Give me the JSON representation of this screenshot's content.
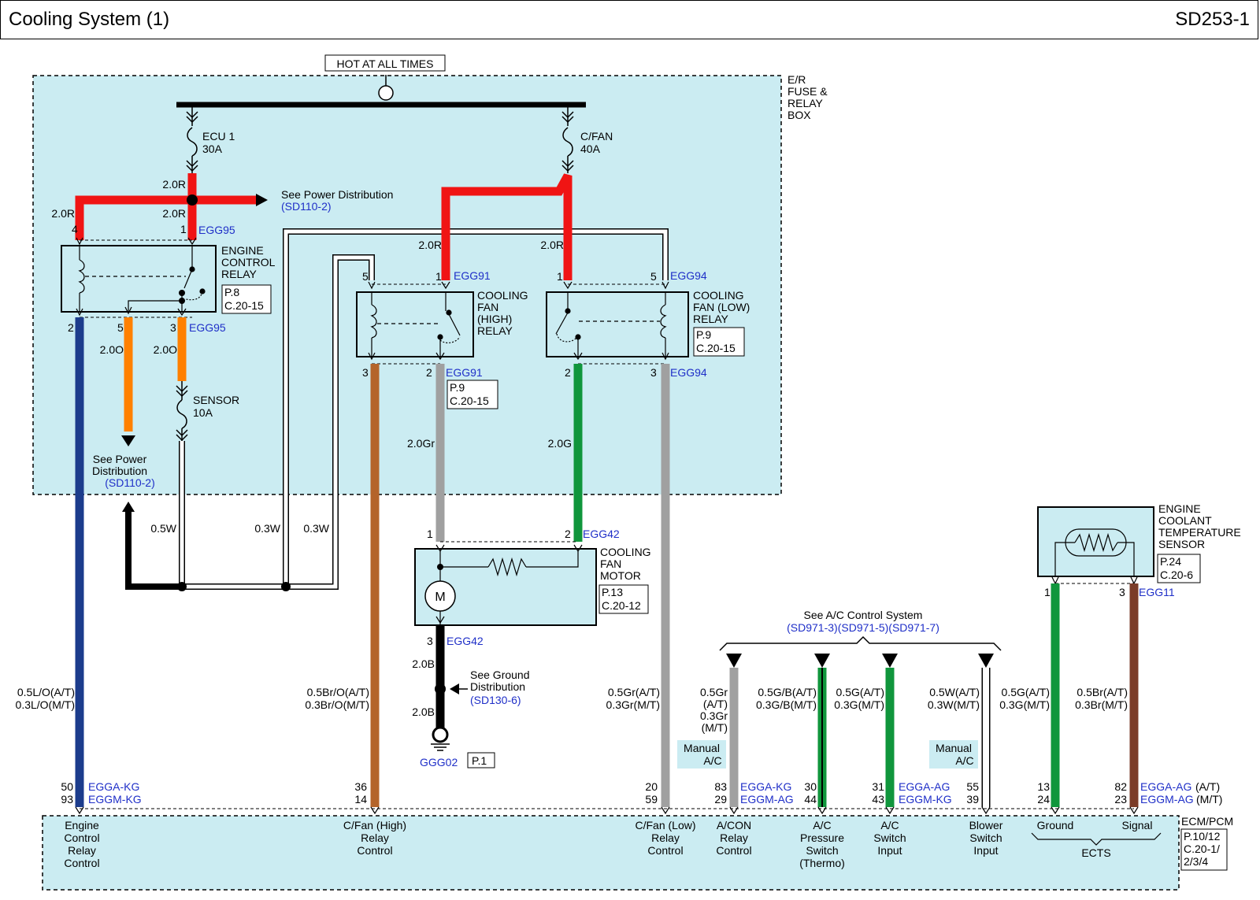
{
  "header": {
    "title": "Cooling System (1)",
    "code": "SD253-1"
  },
  "supply": {
    "label": "HOT AT ALL TIMES"
  },
  "fuse_box": {
    "l1": "E/R",
    "l2": "FUSE &",
    "l3": "RELAY",
    "l4": "BOX"
  },
  "fuses": {
    "ecu": {
      "name": "ECU 1",
      "rating": "30A"
    },
    "cfan": {
      "name": "C/FAN",
      "rating": "40A"
    },
    "sensor": {
      "name": "SENSOR",
      "rating": "10A"
    }
  },
  "power_dist": {
    "see": "See Power Distribution",
    "ref": "(SD110-2)",
    "l1": "See Power",
    "l2": "Distribution"
  },
  "ground_dist": {
    "l1": "See Ground",
    "l2": "Distribution",
    "ref": "(SD130-6)",
    "ground_id": "GGG02",
    "page": "P.1"
  },
  "ecr": {
    "l1": "ENGINE",
    "l2": "CONTROL",
    "l3": "RELAY",
    "page": "P.8",
    "conn": "C.20-15",
    "top_conn": "EGG95",
    "bot_conn": "EGG95"
  },
  "cfh": {
    "l1": "COOLING",
    "l2": "FAN",
    "l3": "(HIGH)",
    "l4": "RELAY",
    "top_conn": "EGG91",
    "bot_conn": "EGG91",
    "page": "P.9",
    "conn": "C.20-15"
  },
  "cfl": {
    "l1": "COOLING",
    "l2": "FAN (LOW)",
    "l3": "RELAY",
    "top_conn": "EGG94",
    "bot_conn": "EGG94",
    "page": "P.9",
    "conn": "C.20-15"
  },
  "motor": {
    "l1": "COOLING",
    "l2": "FAN",
    "l3": "MOTOR",
    "page": "P.13",
    "conn": "C.20-12",
    "top_conn": "EGG42",
    "bot_conn": "EGG42",
    "symbol": "M"
  },
  "ects": {
    "l1": "ENGINE",
    "l2": "COOLANT",
    "l3": "TEMPERATURE",
    "l4": "SENSOR",
    "page": "P.24",
    "conn": "C.20-6",
    "bot_conn": "EGG11"
  },
  "ac": {
    "see": "See A/C Control System",
    "refs": "(SD971-3)(SD971-5)(SD971-7)",
    "manual1": "Manual",
    "manual2": "A/C"
  },
  "wires": {
    "w20R": "2.0R",
    "w20O": "2.0O",
    "w20Gr": "2.0Gr",
    "w20G": "2.0G",
    "w20B": "2.0B",
    "w05W": "0.5W",
    "w03W": "0.3W",
    "ecr_at": "0.5L/O(A/T)",
    "ecr_mt": "0.3L/O(M/T)",
    "high_at": "0.5Br/O(A/T)",
    "high_mt": "0.3Br/O(M/T)",
    "low_at": "0.5Gr(A/T)",
    "low_mt": "0.3Gr(M/T)",
    "acon_1": "0.5Gr",
    "acon_2": "(A/T)",
    "acon_3": "0.3Gr",
    "acon_4": "(M/T)",
    "press_at": "0.5G/B(A/T)",
    "press_mt": "0.3G/B(M/T)",
    "sw_at": "0.5G(A/T)",
    "sw_mt": "0.3G(M/T)",
    "blow_at": "0.5W(A/T)",
    "blow_mt": "0.3W(M/T)",
    "gnd_at": "0.5G(A/T)",
    "gnd_mt": "0.3G(M/T)",
    "sig_at": "0.5Br(A/T)",
    "sig_mt": "0.3Br(M/T)"
  },
  "pins": [
    "1",
    "2",
    "3",
    "4",
    "5"
  ],
  "ecm": {
    "name": "ECM/PCM",
    "page": "P.10/12",
    "conn1": "C.20-1/",
    "conn2": "2/3/4",
    "c_kg_a": "EGGA-KG",
    "c_kg_m": "EGGM-KG",
    "c_ag_a": "EGGA-AG",
    "c_ag_m": "EGGM-AG",
    "suffix_at": "(A/T)",
    "suffix_mt": "(M/T)",
    "group": "ECTS",
    "pins": {
      "p50": "50",
      "p93": "93",
      "p36": "36",
      "p14": "14",
      "p20": "20",
      "p59": "59",
      "p83": "83",
      "p29": "29",
      "p30": "30",
      "p44": "44",
      "p31": "31",
      "p43": "43",
      "p55": "55",
      "p39": "39",
      "p13": "13",
      "p24": "24",
      "p82": "82",
      "p23": "23"
    },
    "funcs": {
      "ecr": [
        "Engine",
        "Control",
        "Relay",
        "Control"
      ],
      "high": [
        "C/Fan (High)",
        "Relay",
        "Control"
      ],
      "low": [
        "C/Fan (Low)",
        "Relay",
        "Control"
      ],
      "acon": [
        "A/CON",
        "Relay",
        "Control"
      ],
      "press": [
        "A/C",
        "Pressure",
        "Switch",
        "(Thermo)"
      ],
      "sw": [
        "A/C",
        "Switch",
        "Input"
      ],
      "blow": [
        "Blower",
        "Switch",
        "Input"
      ],
      "gnd": [
        "Ground"
      ],
      "sig": [
        "Signal"
      ]
    }
  },
  "colors": {
    "red": "#f01414",
    "orange": "#ff8000",
    "blue": "#1c3c8c",
    "brown_orange": "#b4642a",
    "gray": "#a0a0a0",
    "green": "#10963c",
    "brown": "#7b3c28",
    "blue_text": "#1f2fc8",
    "panel": "#cbecf2"
  }
}
